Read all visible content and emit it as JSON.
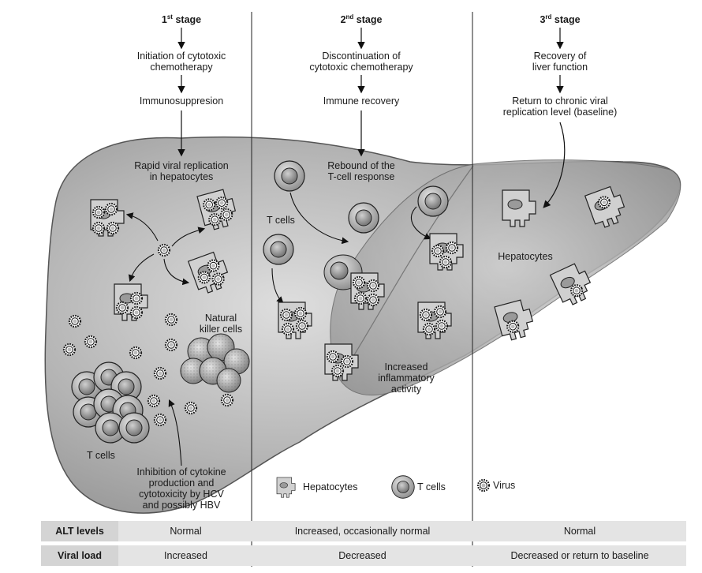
{
  "stages": [
    {
      "num": "1",
      "sup": "st",
      "word": "stage",
      "steps": [
        "Initiation of cytotoxic\nchemotherapy",
        "Immunosuppresion"
      ]
    },
    {
      "num": "2",
      "sup": "nd",
      "word": "stage",
      "steps": [
        "Discontinuation of\ncytotoxic chemotherapy",
        "Immune recovery"
      ]
    },
    {
      "num": "3",
      "sup": "rd",
      "word": "stage",
      "steps": [
        "Recovery of\nliver function",
        "Return to chronic viral\nreplication level (baseline)"
      ]
    }
  ],
  "annotations": {
    "rapid_replication": "Rapid viral replication\nin hepatocytes",
    "nk_cells": "Natural\nkiller cells",
    "t_cells_stage1": "T cells",
    "inhibition": "Inhibition of cytokine\nproduction and\ncytotoxicity by HCV\nand possibly HBV",
    "rebound": "Rebound of the\nT-cell response",
    "t_cells_stage2": "T cells",
    "inflammatory": "Increased\ninflammatory\nactivity",
    "hepatocytes_stage3": "Hepatocytes"
  },
  "legend": {
    "hepatocytes": "Hepatocytes",
    "t_cells": "T cells",
    "virus": "Virus"
  },
  "table": {
    "rows": [
      {
        "label": "ALT levels",
        "values": [
          "Normal",
          "Increased, occasionally normal",
          "Normal"
        ]
      },
      {
        "label": "Viral load",
        "values": [
          "Increased",
          "Decreased",
          "Decreased or return to baseline"
        ]
      }
    ]
  },
  "colors": {
    "liver_light": "#c8c8c8",
    "liver_dark": "#8c8c8c",
    "row_shade": "#dcdcdc"
  }
}
